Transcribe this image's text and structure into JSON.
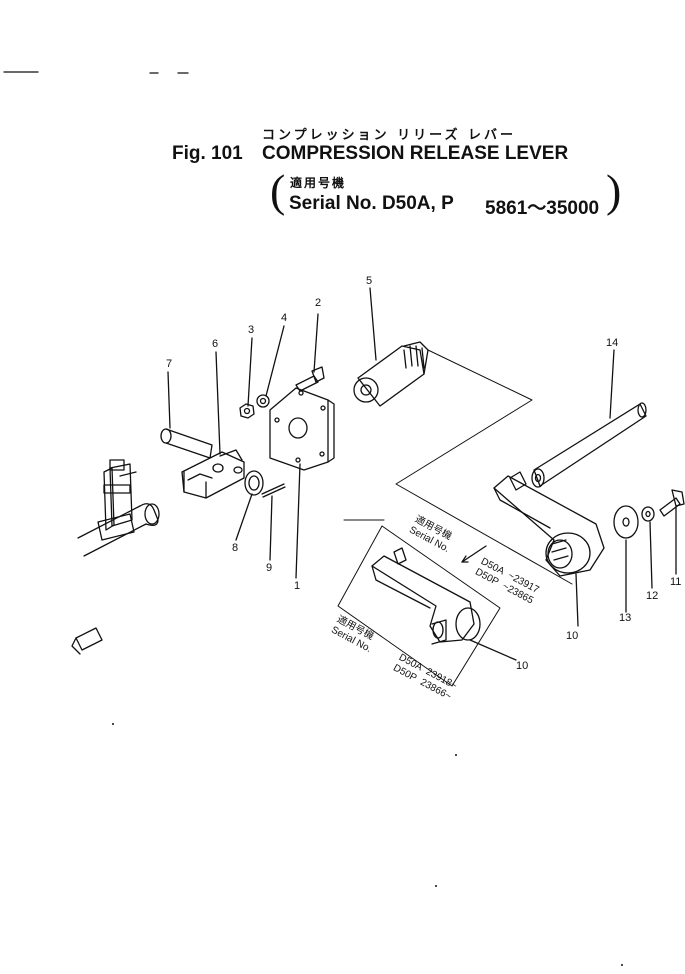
{
  "header": {
    "jp_title": "コンプレッション リリーズ レバー",
    "fig_label": "Fig. 101",
    "title": "COMPRESSION RELEASE LEVER",
    "jp_serial_label": "適用号機",
    "serial_label": "Serial No.",
    "models": "D50A, P",
    "range": "5861～35000"
  },
  "callouts": [
    "1",
    "2",
    "3",
    "4",
    "5",
    "6",
    "7",
    "8",
    "9",
    "10",
    "11",
    "12",
    "13",
    "14"
  ],
  "variants": [
    {
      "jp_label": "適用号機",
      "serial_label": "Serial No.",
      "model_a": "D50A",
      "serial_a": "~23917",
      "model_p": "D50P",
      "serial_p": "~23865",
      "part": "10"
    },
    {
      "jp_label": "適用号機",
      "serial_label": "Serial No.",
      "model_a": "D50A",
      "serial_a": "23918~",
      "model_p": "D50P",
      "serial_p": "23866~",
      "part": "10"
    }
  ],
  "colors": {
    "ink": "#111111",
    "paper": "#ffffff"
  },
  "icons": [
    "reference-arrow-icon"
  ]
}
